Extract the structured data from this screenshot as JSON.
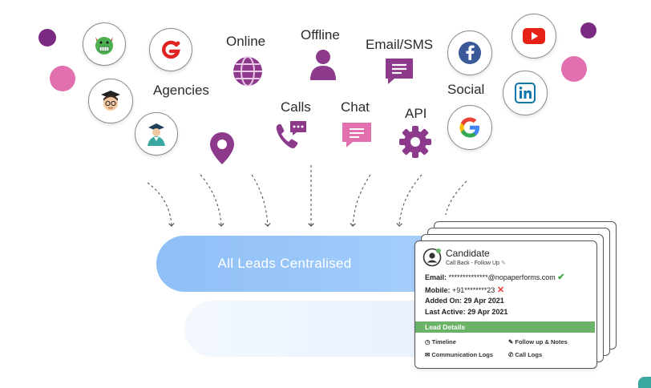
{
  "sources": {
    "online": "Online",
    "offline": "Offline",
    "email_sms": "Email/SMS",
    "agencies": "Agencies",
    "social": "Social",
    "calls": "Calls",
    "chat": "Chat",
    "api": "API"
  },
  "banner": {
    "label": "All Leads Centralised"
  },
  "candidate_card": {
    "name": "Candidate",
    "status": "Call Back - Follow Up",
    "email_label": "Email:",
    "email_value": "**************@nopaperforms.com",
    "mobile_label": "Mobile:",
    "mobile_value": "+91********23",
    "added_label": "Added On:",
    "added_value": "29 Apr 2021",
    "active_label": "Last Active:",
    "active_value": "29 Apr 2021",
    "section_title": "Lead Details",
    "links": {
      "timeline": "Timeline",
      "follow_up": "Follow up & Notes",
      "communication": "Communication Logs",
      "call_logs": "Call Logs"
    }
  },
  "colors": {
    "purple": "#8e3a8c",
    "pink": "#e26fae",
    "banner_blue": "#9cc8fa",
    "green": "#6cb36a",
    "facebook": "#3b5998",
    "youtube": "#e62117",
    "linkedin": "#0e76a8"
  },
  "icons": [
    "devil-icon",
    "g-brand-icon",
    "scholar-icon",
    "graduate-icon",
    "globe-icon",
    "person-icon",
    "message-icon",
    "facebook-icon",
    "youtube-icon",
    "linkedin-icon",
    "google-icon",
    "phone-chat-icon",
    "chat-icon",
    "gear-icon",
    "location-pin-icon"
  ]
}
